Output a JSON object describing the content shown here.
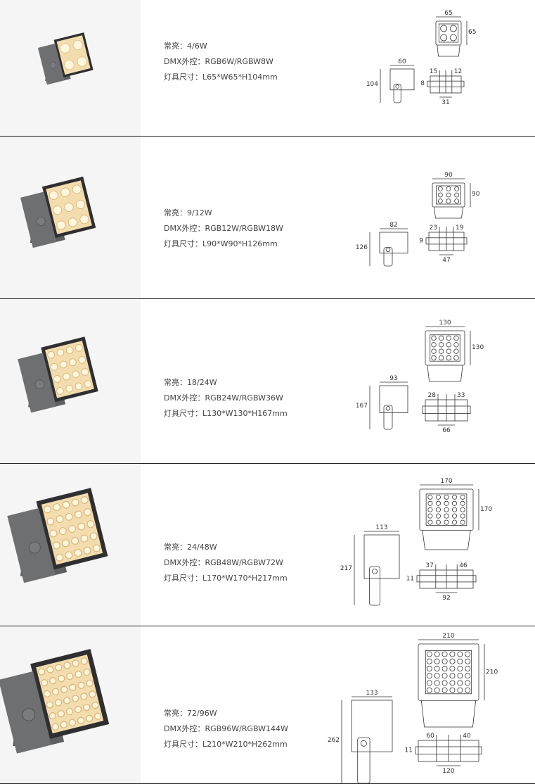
{
  "products": [
    {
      "power_label": "常亮：4/6W",
      "dmx_label": "DMX外控：RGB6W/RGBW8W",
      "size_label": "灯具尺寸：L65*W65*H104mm",
      "dims": {
        "front_w": "65",
        "front_h": "65",
        "side_w": "60",
        "side_h": "104",
        "bottom_a": "15",
        "bottom_b": "12",
        "bottom_h": "8",
        "bottom_c": "31"
      },
      "led_grid": 2
    },
    {
      "power_label": "常亮：9/12W",
      "dmx_label": "DMX外控：RGB12W/RGBW18W",
      "size_label": "灯具尺寸：L90*W90*H126mm",
      "dims": {
        "front_w": "90",
        "front_h": "90",
        "side_w": "82",
        "side_h": "126",
        "bottom_a": "23",
        "bottom_b": "19",
        "bottom_h": "9",
        "bottom_c": "47"
      },
      "led_grid": 3
    },
    {
      "power_label": "常亮：18/24W",
      "dmx_label": "DMX外控：RGB24W/RGBW36W",
      "size_label": "灯具尺寸：L130*W130*H167mm",
      "dims": {
        "front_w": "130",
        "front_h": "130",
        "side_w": "93",
        "side_h": "167",
        "bottom_a": "28",
        "bottom_b": "33",
        "bottom_h": "",
        "bottom_c": "66"
      },
      "led_grid": 4
    },
    {
      "power_label": "常亮：24/48W",
      "dmx_label": "DMX外控：RGB48W/RGBW72W",
      "size_label": "灯具尺寸：L170*W170*H217mm",
      "dims": {
        "front_w": "170",
        "front_h": "170",
        "side_w": "113",
        "side_h": "217",
        "bottom_a": "37",
        "bottom_b": "46",
        "bottom_h": "11",
        "bottom_c": "92"
      },
      "led_grid": 5
    },
    {
      "power_label": "常亮：72/96W",
      "dmx_label": "DMX外控：RGB96W/RGBW144W",
      "size_label": "灯具尺寸：L210*W210*H262mm",
      "dims": {
        "front_w": "210",
        "front_h": "210",
        "side_w": "133",
        "side_h": "262",
        "bottom_a": "60",
        "bottom_b": "40",
        "bottom_h": "11",
        "bottom_c": "120"
      },
      "led_grid": 6
    }
  ],
  "colors": {
    "panel_bg": "#f5f5f5",
    "housing": "#6e6f71",
    "led_warm": "#f3dcae",
    "line": "#333333"
  }
}
